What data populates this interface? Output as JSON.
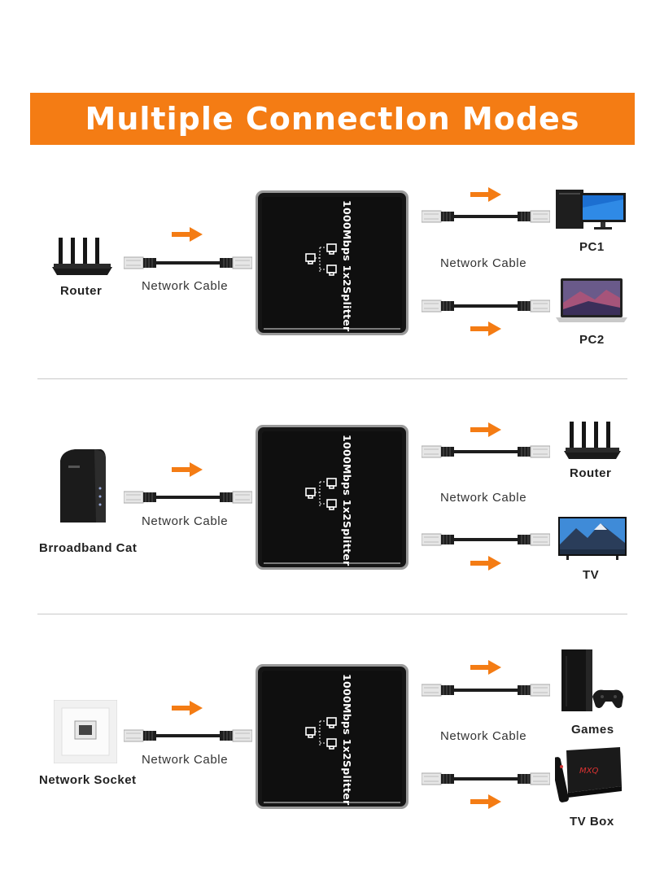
{
  "title": "Multiple ConnectIon Modes",
  "splitter_label": "1000Mbps 1x2Splitter",
  "colors": {
    "accent": "#f47c14",
    "device": "#141414",
    "divider": "#c9c9c9"
  },
  "sections": [
    {
      "source": {
        "label": "Router",
        "icon": "router-icon"
      },
      "input_cable_label": "Network Cable",
      "output_cable_label": "Network Cable",
      "outputs": [
        {
          "label": "PC1",
          "icon": "desktop-pc-icon"
        },
        {
          "label": "PC2",
          "icon": "laptop-icon"
        }
      ]
    },
    {
      "source": {
        "label": "Brroadband Cat",
        "icon": "modem-icon"
      },
      "input_cable_label": "Network Cable",
      "output_cable_label": "Network Cable",
      "outputs": [
        {
          "label": "Router",
          "icon": "router-icon"
        },
        {
          "label": "TV",
          "icon": "tv-icon"
        }
      ]
    },
    {
      "source": {
        "label": "Network Socket",
        "icon": "wall-socket-icon"
      },
      "input_cable_label": "Network Cable",
      "output_cable_label": "Network Cable",
      "outputs": [
        {
          "label": "Games",
          "icon": "game-console-icon"
        },
        {
          "label": "TV Box",
          "icon": "tv-box-icon"
        }
      ]
    }
  ]
}
